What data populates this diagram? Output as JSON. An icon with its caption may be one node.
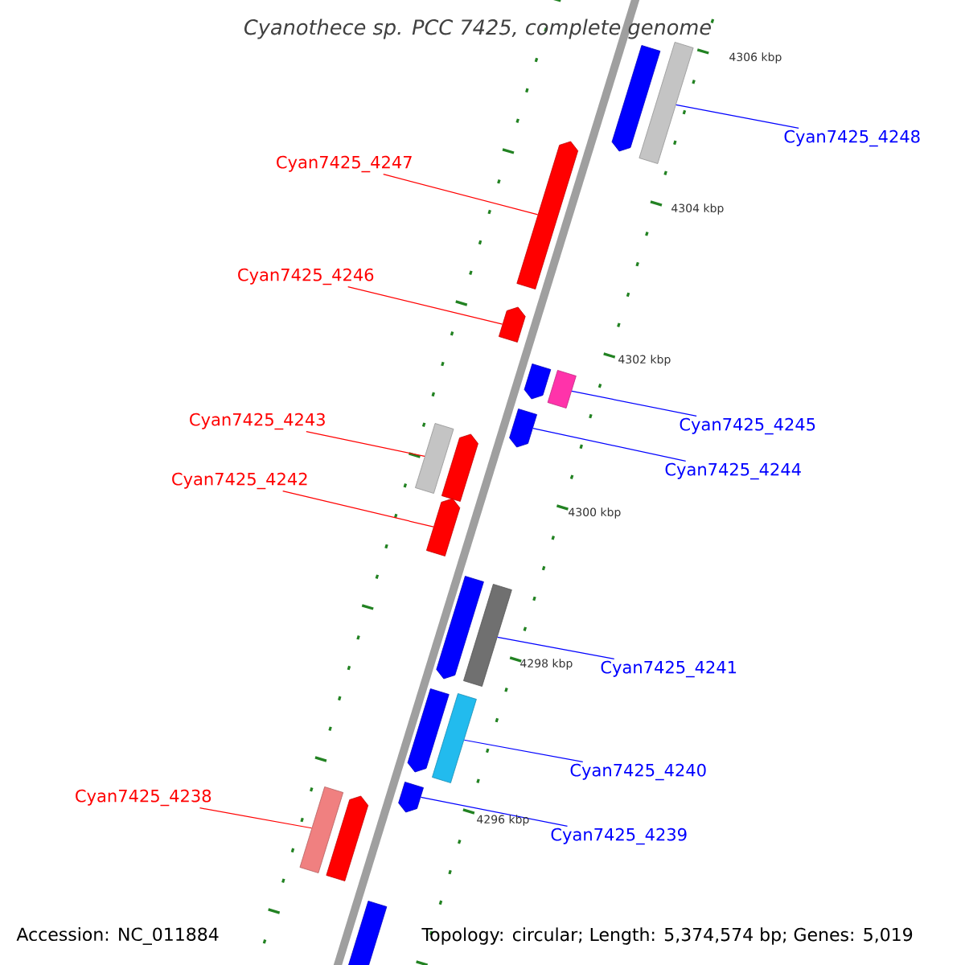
{
  "diagram": {
    "title": "Cyanothece sp. PCC 7425, complete genome",
    "nodes": [
      {
        "text": [],
        "shape": "bar"
      },
      {
        "text": [],
        "shape": "bar"
      },
      {
        "text": [],
        "shape": "bar"
      },
      {
        "text": [],
        "shape": "bar"
      },
      {
        "text": [],
        "shape": "bar"
      },
      {
        "text": [],
        "shape": "bar"
      },
      {
        "text": [],
        "shape": "bar"
      },
      {
        "text": [],
        "shape": "bar"
      },
      {
        "text": [],
        "shape": "bar"
      },
      {
        "text": [],
        "shape": "bar"
      },
      {
        "text": [],
        "shape": "bar"
      },
      {
        "text": [],
        "shape": "bar"
      },
      {
        "text": [],
        "shape": "bar"
      },
      {
        "text": [],
        "shape": "bar"
      },
      {
        "text": [],
        "shape": "bar"
      },
      {
        "text": [],
        "shape": "bar"
      },
      {
        "text": [],
        "shape": "bar"
      },
      {
        "text": [],
        "shape": "bar"
      },
      {
        "text": [
          "Cyan7425_4248"
        ]
      },
      {
        "text": [
          "Cyan7425_4247"
        ]
      },
      {
        "text": [
          "Cyan7425_4246"
        ]
      },
      {
        "text": [
          "Cyan7425_4245"
        ]
      },
      {
        "text": [
          "Cyan7425_4244"
        ]
      },
      {
        "text": [
          "Cyan7425_4243"
        ]
      },
      {
        "text": [
          "Cyan7425_4242"
        ]
      },
      {
        "text": [
          "Cyan7425_4241"
        ]
      },
      {
        "text": [
          "Cyan7425_4240"
        ]
      },
      {
        "text": [
          "Cyan7425_4239"
        ]
      },
      {
        "text": [
          "Cyan7425_4238"
        ]
      }
    ],
    "edges": [
      {
        "from": 18,
        "to": 1,
        "arrow": "none"
      },
      {
        "from": 19,
        "to": 2,
        "arrow": "none",
        "color": "#ff0000"
      },
      {
        "from": 20,
        "to": 3,
        "arrow": "none",
        "color": "#ff0000"
      },
      {
        "from": 21,
        "to": 5,
        "arrow": "none"
      },
      {
        "from": 22,
        "to": 6,
        "arrow": "none"
      },
      {
        "from": 23,
        "to": 7,
        "arrow": "none",
        "color": "#ff0000"
      },
      {
        "from": 24,
        "to": 9,
        "arrow": "none",
        "color": "#ff0000"
      },
      {
        "from": 25,
        "to": 11,
        "arrow": "none"
      },
      {
        "from": 26,
        "to": 13,
        "arrow": "none"
      },
      {
        "from": 27,
        "to": 14,
        "arrow": "none"
      },
      {
        "from": 28,
        "to": 15,
        "arrow": "none",
        "color": "#ff0000"
      }
    ],
    "labels": [
      "4306 kbp",
      "4304 kbp",
      "4302 kbp",
      "4300 kbp",
      "4298 kbp",
      "4296 kbp",
      "Accession: NC_011884",
      "Topology: circular; Length: 5,374,574 bp; Genes: 5,019"
    ]
  }
}
